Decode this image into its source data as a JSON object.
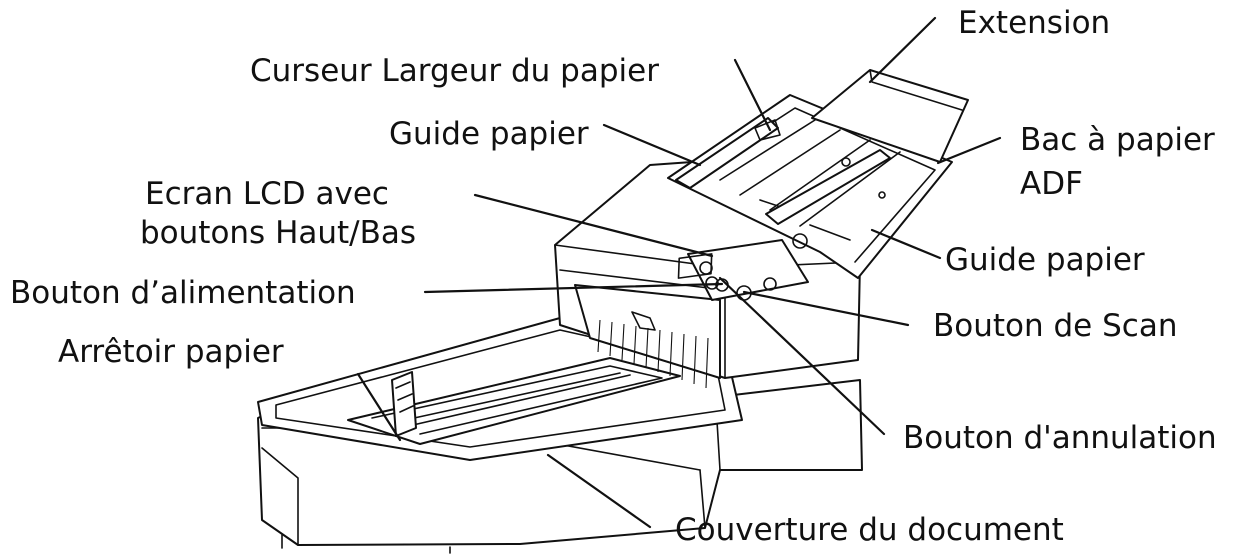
{
  "labels": {
    "extension": "Extension",
    "paper_width_slider": "Curseur Largeur du papier",
    "paper_guide_top": "Guide papier",
    "adf_tray_line1": "Bac à papier",
    "adf_tray_line2": "ADF",
    "lcd_line1": "Ecran LCD avec",
    "lcd_line2": "boutons Haut/Bas",
    "paper_guide_right": "Guide papier",
    "power_button": "Bouton d’alimentation",
    "scan_button": "Bouton de Scan",
    "paper_stopper": "Arrêtoir papier",
    "cancel_button": "Bouton d'annulation",
    "document_cover": "Couverture du document"
  }
}
